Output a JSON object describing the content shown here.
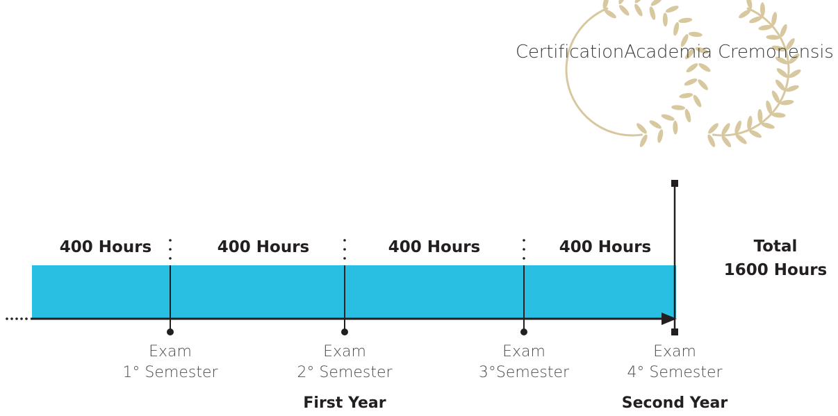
{
  "certification": {
    "title": "CertificationAcademia Cremonensis"
  },
  "segments": [
    {
      "hours": "400 Hours"
    },
    {
      "hours": "400 Hours"
    },
    {
      "hours": "400 Hours"
    },
    {
      "hours": "400 Hours"
    }
  ],
  "total": {
    "line1": "Total",
    "line2": "1600 Hours"
  },
  "exams": [
    {
      "label": "Exam",
      "semester": "1° Semester"
    },
    {
      "label": "Exam",
      "semester": "2° Semester",
      "year": "First Year"
    },
    {
      "label": "Exam",
      "semester": "3°Semester"
    },
    {
      "label": "Exam",
      "semester": "4° Semester",
      "year": "Second Year"
    }
  ],
  "colors": {
    "bar": "#29bfe2",
    "line": "#231f20",
    "laurel": "#d8c8a0"
  }
}
